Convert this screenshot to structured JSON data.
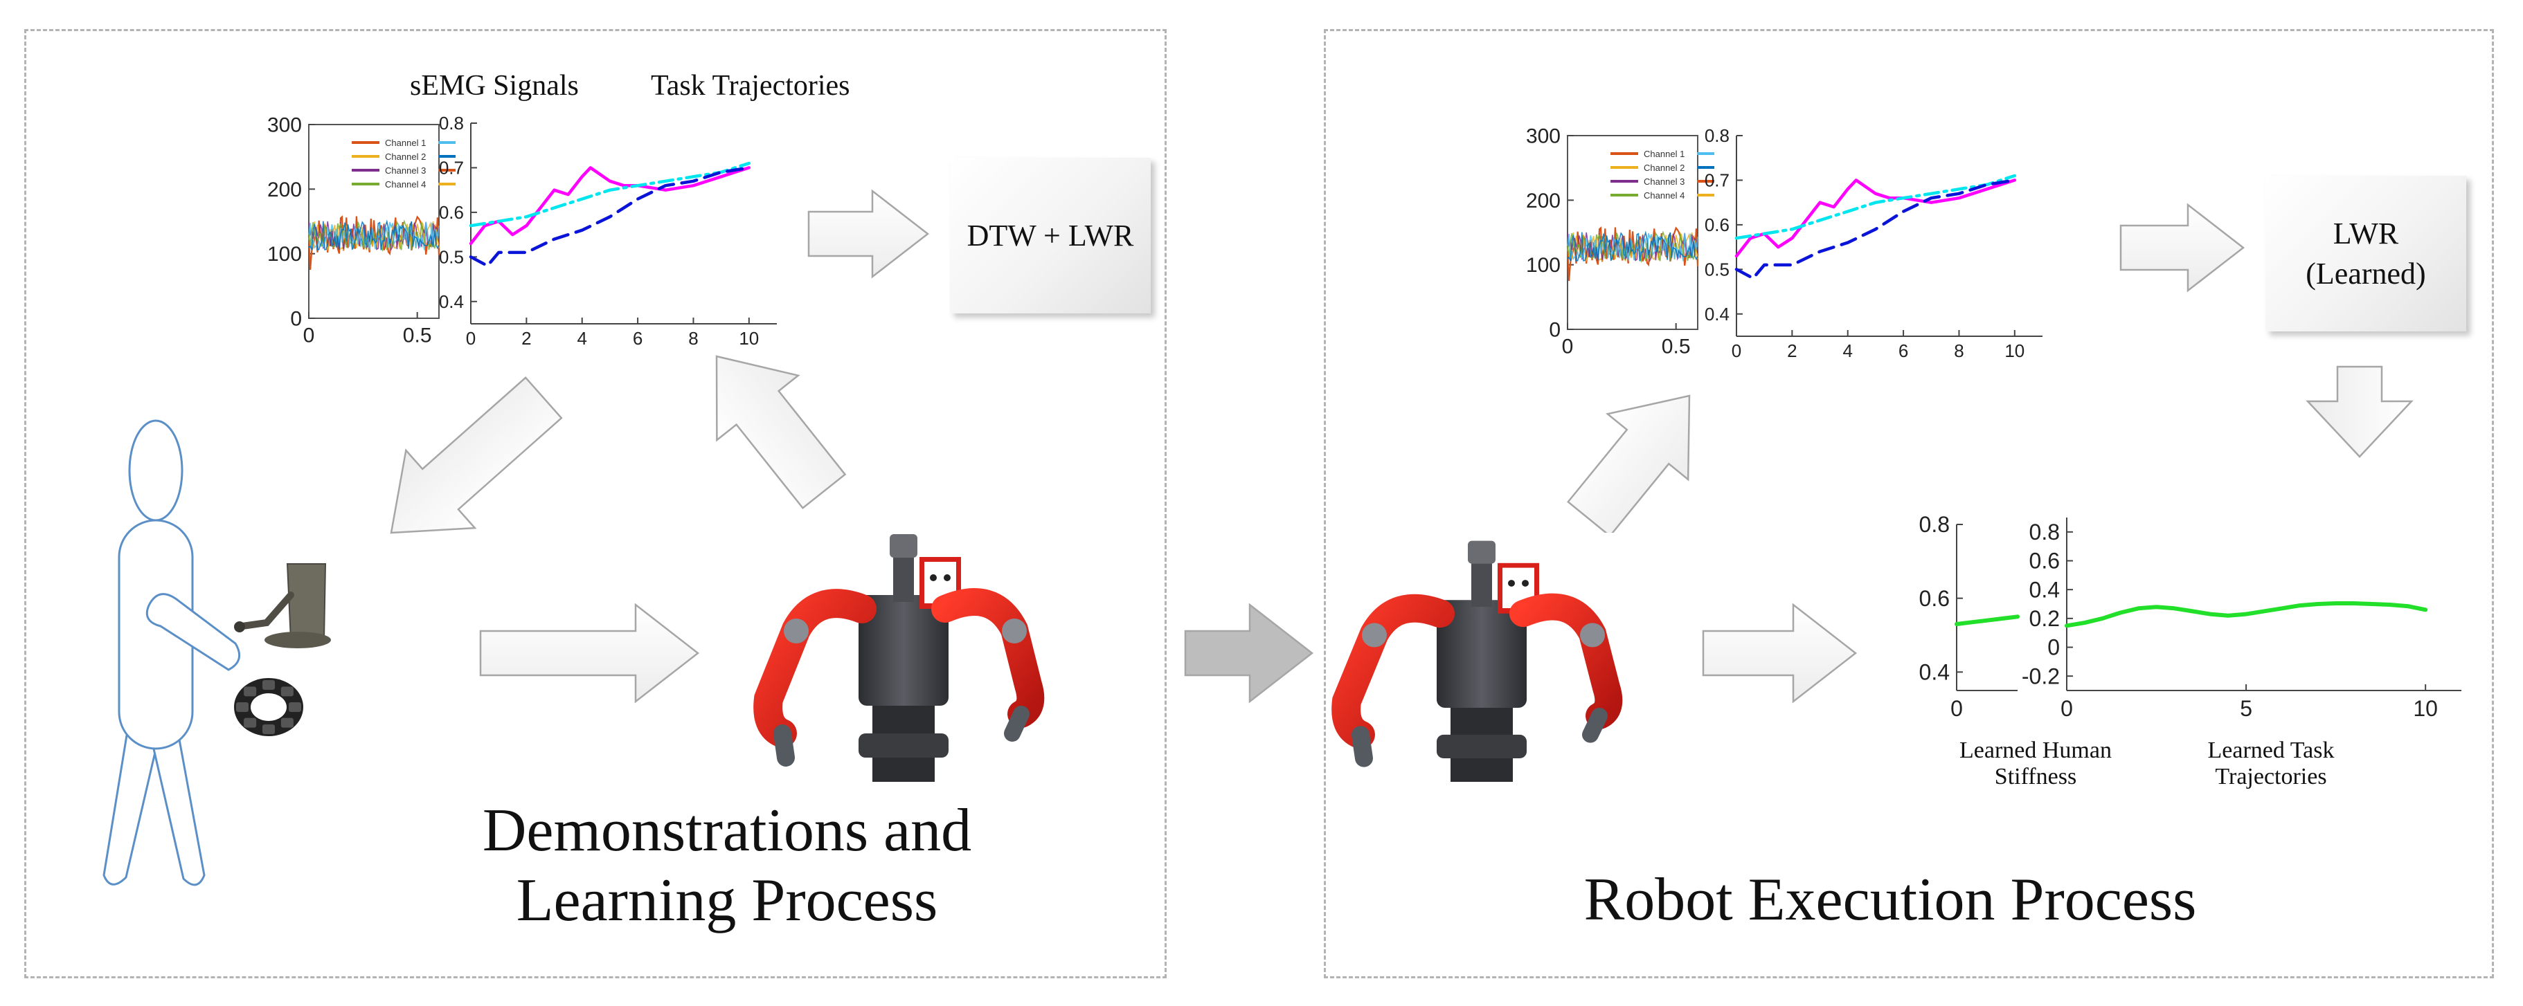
{
  "panels": {
    "left_title_line1": "Demonstrations and",
    "left_title_line2": "Learning Process",
    "right_title": "Robot Execution Process"
  },
  "labels": {
    "semg_signals": "sEMG Signals",
    "task_trajectories": "Task Trajectories",
    "learned_human_stiffness_line1": "Learned Human",
    "learned_human_stiffness_line2": "Stiffness",
    "learned_task_trajectories_line1": "Learned Task",
    "learned_task_trajectories_line2": "Trajectories"
  },
  "boxes": {
    "dtw_lwr": "DTW + LWR",
    "lwr_line1": "LWR",
    "lwr_line2": "(Learned)"
  },
  "colors": {
    "arrow_fill": "#f7f7f7",
    "arrow_stroke": "#a6a6a6",
    "arrow_dark_fill": "#bdbdbd",
    "human_stroke": "#5b8fc7",
    "robot_red": "#d8201a",
    "robot_dark": "#3d3f44",
    "learned_green": "#22e02a",
    "magenta": "#ff00ff",
    "cyan": "#00e5ee",
    "blue_dashed": "#0a14d8",
    "semg_orange": "#d95319"
  },
  "icons": [
    "human-operator-icon",
    "haptic-device-icon",
    "emg-armband-icon",
    "baxter-robot-icon"
  ],
  "chart_data": [
    {
      "type": "line",
      "id": "semg-demo",
      "ylim": [
        0,
        300
      ],
      "xlim": [
        0,
        0.6
      ],
      "yticks": [
        0,
        100,
        200,
        300
      ],
      "xticks": [
        0,
        0.5
      ],
      "legend": [
        "Channel 1",
        "Channel 2",
        "Channel 3",
        "Channel 4"
      ],
      "legend_position": "top",
      "series_colors": [
        "#d95319",
        "#edb120",
        "#7e2f8e",
        "#77ac30",
        "#4dbeee",
        "#0072bd"
      ],
      "baseline": 128,
      "amplitude": 28
    },
    {
      "type": "line",
      "id": "task-demo",
      "ylim": [
        0.35,
        0.8
      ],
      "xlim": [
        0,
        11
      ],
      "yticks": [
        0.4,
        0.5,
        0.6,
        0.7,
        0.8
      ],
      "xticks": [
        0,
        2,
        4,
        6,
        8,
        10
      ],
      "series": [
        {
          "color": "#ff00ff",
          "style": "solid",
          "x": [
            0,
            0.5,
            1,
            1.5,
            2,
            2.5,
            3,
            3.5,
            4,
            4.3,
            5,
            5.5,
            6,
            7,
            8,
            9,
            10
          ],
          "y": [
            0.53,
            0.57,
            0.58,
            0.55,
            0.57,
            0.61,
            0.65,
            0.64,
            0.68,
            0.7,
            0.67,
            0.66,
            0.66,
            0.65,
            0.66,
            0.68,
            0.7
          ]
        },
        {
          "color": "#00e5ee",
          "style": "dashdot",
          "x": [
            0,
            1,
            2,
            3,
            4,
            5,
            6,
            7,
            8,
            9,
            10
          ],
          "y": [
            0.57,
            0.58,
            0.59,
            0.61,
            0.63,
            0.65,
            0.66,
            0.67,
            0.68,
            0.69,
            0.71
          ]
        },
        {
          "color": "#0a14d8",
          "style": "dashed",
          "x": [
            0,
            0.6,
            1,
            2,
            3,
            4,
            5,
            6,
            7,
            8,
            9,
            10
          ],
          "y": [
            0.5,
            0.48,
            0.51,
            0.51,
            0.54,
            0.56,
            0.59,
            0.63,
            0.66,
            0.67,
            0.69,
            0.7
          ]
        }
      ]
    },
    {
      "type": "line",
      "id": "semg-exec",
      "ylim": [
        0,
        300
      ],
      "xlim": [
        0,
        0.6
      ],
      "yticks": [
        0,
        100,
        200,
        300
      ],
      "xticks": [
        0,
        0.5
      ],
      "legend": [
        "Channel 1",
        "Channel 2",
        "Channel 3",
        "Channel 4"
      ],
      "legend_position": "top",
      "series_colors": [
        "#d95319",
        "#edb120",
        "#7e2f8e",
        "#77ac30",
        "#4dbeee",
        "#0072bd"
      ],
      "baseline": 128,
      "amplitude": 28
    },
    {
      "type": "line",
      "id": "task-exec",
      "ylim": [
        0.35,
        0.8
      ],
      "xlim": [
        0,
        11
      ],
      "yticks": [
        0.4,
        0.5,
        0.6,
        0.7,
        0.8
      ],
      "xticks": [
        0,
        2,
        4,
        6,
        8,
        10
      ],
      "series": [
        {
          "color": "#ff00ff",
          "style": "solid",
          "x": [
            0,
            0.5,
            1,
            1.5,
            2,
            2.5,
            3,
            3.5,
            4,
            4.3,
            5,
            5.5,
            6,
            7,
            8,
            9,
            10
          ],
          "y": [
            0.53,
            0.57,
            0.58,
            0.55,
            0.57,
            0.61,
            0.65,
            0.64,
            0.68,
            0.7,
            0.67,
            0.66,
            0.66,
            0.65,
            0.66,
            0.68,
            0.7
          ]
        },
        {
          "color": "#00e5ee",
          "style": "dashdot",
          "x": [
            0,
            1,
            2,
            3,
            4,
            5,
            6,
            7,
            8,
            9,
            10
          ],
          "y": [
            0.57,
            0.58,
            0.59,
            0.61,
            0.63,
            0.65,
            0.66,
            0.67,
            0.68,
            0.69,
            0.71
          ]
        },
        {
          "color": "#0a14d8",
          "style": "dashed",
          "x": [
            0,
            0.6,
            1,
            2,
            3,
            4,
            5,
            6,
            7,
            8,
            9,
            10
          ],
          "y": [
            0.5,
            0.48,
            0.51,
            0.51,
            0.54,
            0.56,
            0.59,
            0.63,
            0.66,
            0.67,
            0.69,
            0.7
          ]
        }
      ]
    },
    {
      "type": "line",
      "id": "learned-stiffness",
      "ylim": [
        0.35,
        0.8
      ],
      "xlim": [
        0,
        1
      ],
      "yticks": [
        0.4,
        0.6,
        0.8
      ],
      "xticks": [
        0
      ],
      "series": [
        {
          "color": "#22e02a",
          "style": "solid",
          "x": [
            0,
            0.25,
            0.5,
            0.75,
            1
          ],
          "y": [
            0.53,
            0.535,
            0.54,
            0.545,
            0.55
          ]
        }
      ]
    },
    {
      "type": "line",
      "id": "learned-task",
      "ylim": [
        -0.3,
        0.9
      ],
      "xlim": [
        0,
        11
      ],
      "yticks": [
        -0.2,
        0,
        0.2,
        0.4,
        0.6,
        0.8
      ],
      "xticks": [
        0,
        5,
        10
      ],
      "series": [
        {
          "color": "#22e02a",
          "style": "solid",
          "x": [
            0,
            0.5,
            1,
            1.5,
            2,
            2.5,
            3,
            3.5,
            4,
            4.5,
            5,
            5.5,
            6,
            6.5,
            7,
            7.5,
            8,
            8.5,
            9,
            9.5,
            10
          ],
          "y": [
            0.15,
            0.17,
            0.2,
            0.24,
            0.27,
            0.28,
            0.27,
            0.25,
            0.23,
            0.22,
            0.23,
            0.25,
            0.27,
            0.29,
            0.3,
            0.305,
            0.305,
            0.3,
            0.295,
            0.285,
            0.26
          ]
        }
      ]
    }
  ]
}
